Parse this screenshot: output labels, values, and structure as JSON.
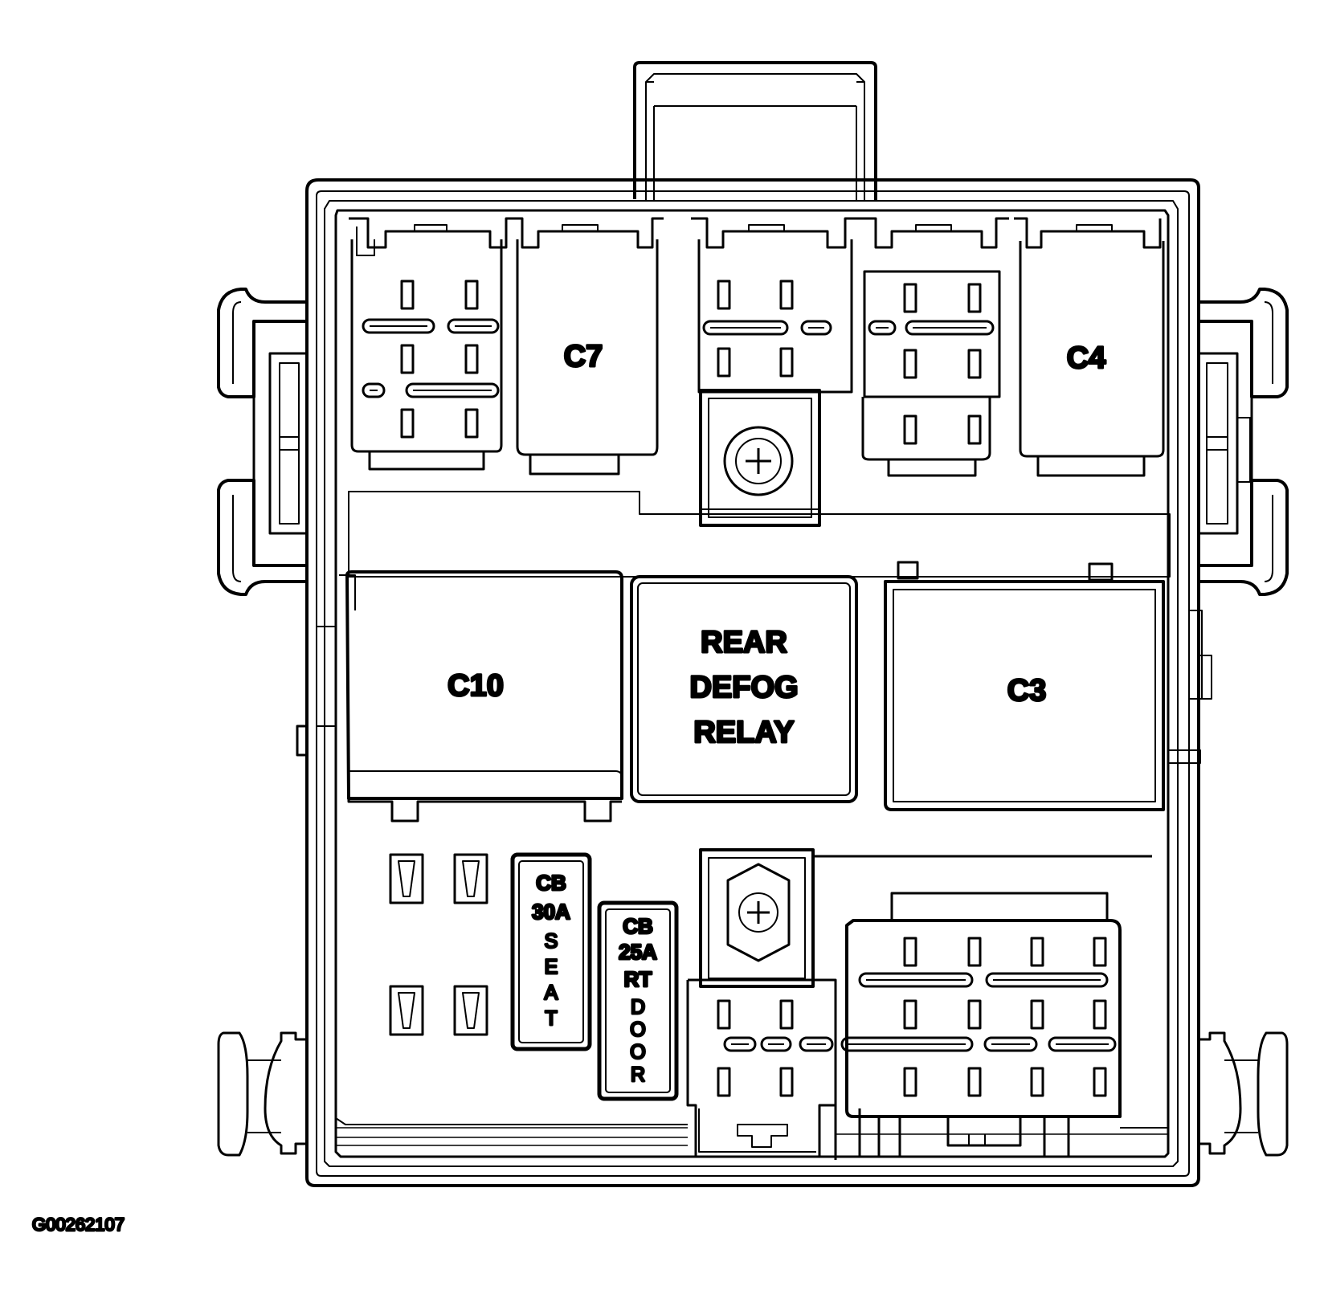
{
  "diagram": {
    "labels": {
      "c7": "C7",
      "c4": "C4",
      "c10": "C10",
      "c3": "C3",
      "rear_defog_relay": [
        "REAR",
        "DEFOG",
        "RELAY"
      ]
    },
    "breakers": {
      "seat": {
        "top": [
          "CB",
          "30A"
        ],
        "vertical": [
          "S",
          "E",
          "A",
          "T"
        ]
      },
      "rt_door": {
        "top": [
          "CB",
          "25A",
          "RT"
        ],
        "vertical": [
          "D",
          "O",
          "O",
          "R"
        ]
      }
    },
    "figure_id": "G00262107"
  }
}
